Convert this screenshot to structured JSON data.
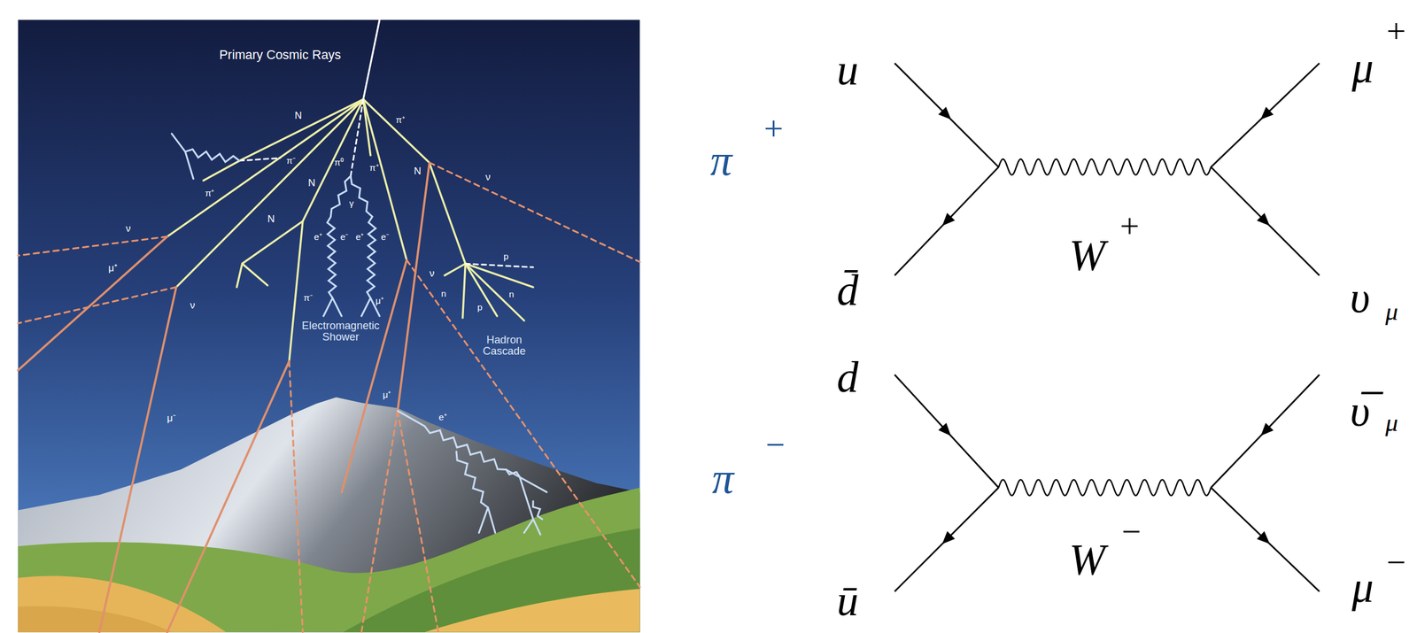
{
  "diagram": {
    "labels": [
      "Primary Cosmic Rays",
      "N",
      "π⁻",
      "π⁺",
      "N",
      "π⁰",
      "π⁺",
      "γ",
      "π⁺",
      "N",
      "ν",
      "ν",
      "N",
      "e⁺",
      "e⁻",
      "e⁺",
      "e⁻",
      "μ⁺",
      "ν",
      "π⁻",
      "ν",
      "μ⁺",
      "p",
      "n",
      "n",
      "p",
      "Electromagnetic Shower",
      "Hadron Cascade",
      "μ⁻",
      "μ⁺",
      "e⁺",
      "π",
      "+",
      "u",
      "d̄",
      "W",
      "+",
      "μ",
      "+",
      "υ",
      "μ",
      "π",
      "−",
      "d",
      "ū",
      "W",
      "−",
      "υ̅",
      "μ",
      "μ",
      "−"
    ]
  }
}
